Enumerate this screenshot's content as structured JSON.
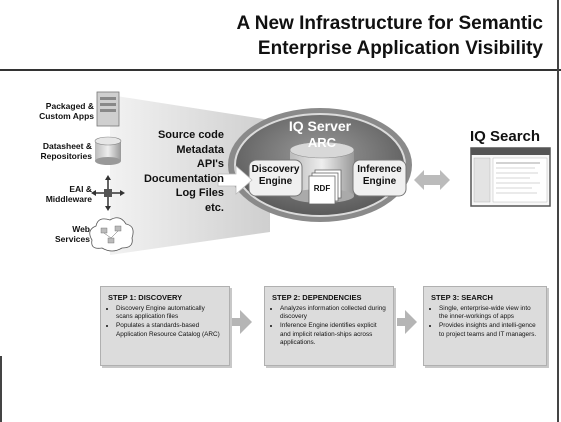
{
  "title": {
    "line1": "A New Infrastructure for Semantic",
    "line2": "Enterprise Application Visibility"
  },
  "sources": [
    {
      "label": "Packaged & Custom Apps",
      "icon": "server-tower-icon"
    },
    {
      "label": "Datasheet & Repositories",
      "icon": "database-cylinder-icon"
    },
    {
      "label": "EAI & Middleware",
      "icon": "network-hub-icon"
    },
    {
      "label": "Web Services",
      "icon": "cloud-network-icon"
    }
  ],
  "data_types": [
    "Source code",
    "Metadata",
    "API's",
    "Documentation",
    "Log Files",
    "etc."
  ],
  "iq_server": {
    "title": "IQ Server",
    "arc": "ARC",
    "discovery": "Discovery Engine",
    "inference": "Inference Engine",
    "rdf": "RDF"
  },
  "iq_search": {
    "title": "IQ Search"
  },
  "steps": [
    {
      "title": "STEP 1: DISCOVERY",
      "bullets": [
        "Discovery Engine automatically scans application files",
        "Populates a standards-based Application Resource Catalog (ARC)"
      ]
    },
    {
      "title": "STEP 2: DEPENDENCIES",
      "bullets": [
        "Analyzes information collected during discovery",
        "Inference Engine identifies explicit and implicit relation-ships across applications."
      ]
    },
    {
      "title": "STEP 3: SEARCH",
      "bullets": [
        "Single, enterprise-wide view into the inner-workings of apps",
        "Provides insights and intelli-gence to project teams and IT managers."
      ]
    }
  ],
  "colors": {
    "accent": "#7a7a7a",
    "ellipse_outer": "#6e6e6e",
    "step_bg": "#dcdcdc"
  }
}
